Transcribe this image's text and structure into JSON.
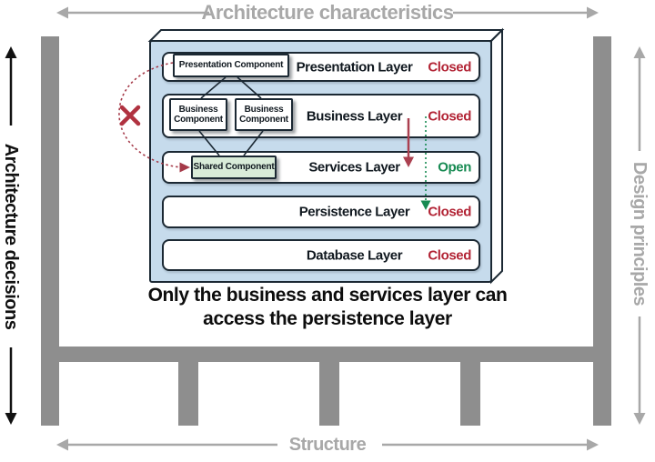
{
  "axes": {
    "top": "Architecture characteristics",
    "left": "Architecture decisions",
    "right": "Design principles",
    "bottom": "Structure"
  },
  "diagram": {
    "layers": [
      {
        "name": "Presentation Layer",
        "status": "Closed"
      },
      {
        "name": "Business Layer",
        "status": "Closed"
      },
      {
        "name": "Services Layer",
        "status": "Open"
      },
      {
        "name": "Persistence Layer",
        "status": "Closed"
      },
      {
        "name": "Database Layer",
        "status": "Closed"
      }
    ],
    "components": {
      "presentation": "Presentation Component",
      "business_left": "Business Component",
      "business_right": "Business Component",
      "shared": "Shared Component"
    },
    "caption_line1": "Only the business and services layer can",
    "caption_line2": "access the persistence layer"
  },
  "icons": {
    "blocked": "x-mark-icon",
    "request_allowed": "red-down-arrow-icon",
    "request_open_path": "green-dotted-down-arrow-icon"
  },
  "colors": {
    "closed": "#b22435",
    "open": "#178a52",
    "box_fill": "#c6dbec",
    "outline": "#1b2833",
    "layer_fill": "#ffffff",
    "shared_fill": "#d9ecd9",
    "structure_gray": "#8e8e8e",
    "axis_gray": "#a8a8a8",
    "axis_black": "#111111",
    "arrow_red": "#ab4050",
    "x_red": "#b03240"
  }
}
